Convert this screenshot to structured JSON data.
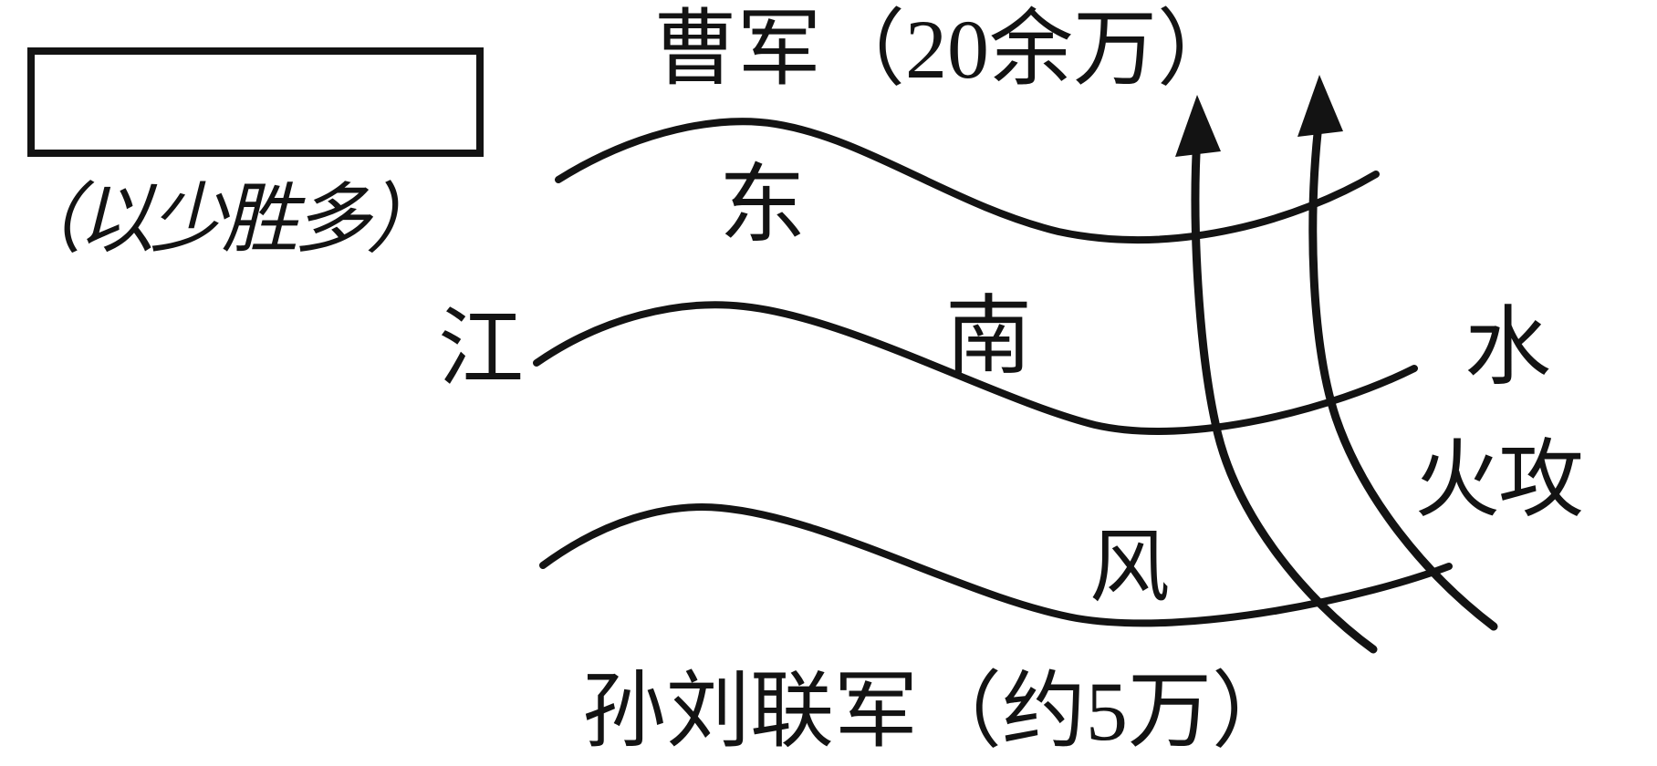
{
  "colors": {
    "ink": "#131313",
    "paper": "#ffffff"
  },
  "diagram": {
    "cao_army_label": "曹军（20余万）",
    "sun_liu_label": "孙刘联军（约5万）",
    "answer_box": {
      "value": "",
      "caption": "（以少胜多）"
    },
    "river_label": "江",
    "wind_chars": {
      "dong": "东",
      "nan": "南",
      "feng": "风"
    },
    "tactics": {
      "shui": "水",
      "huo_gong": "火攻"
    },
    "icons": {
      "attack_arrow_left": "up-arrow",
      "attack_arrow_right": "up-arrow"
    }
  }
}
